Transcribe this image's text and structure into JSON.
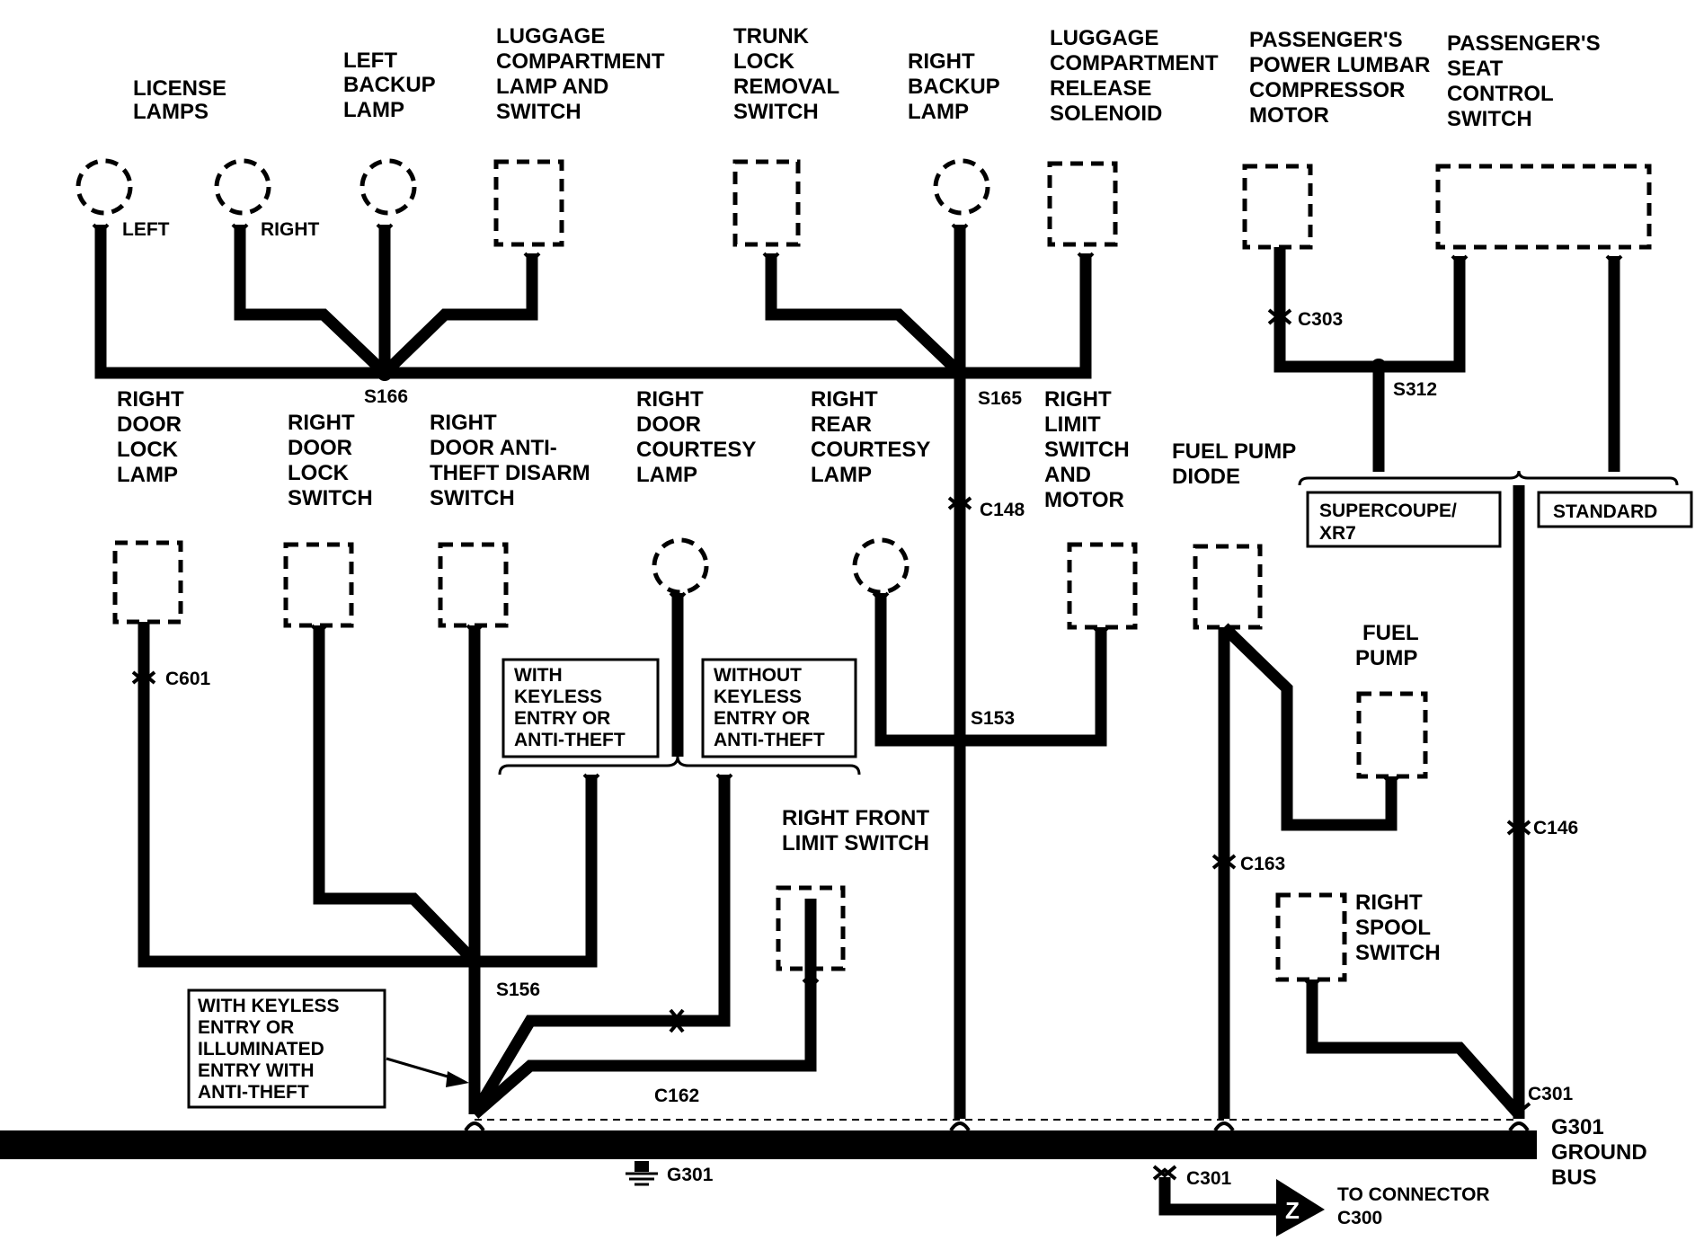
{
  "components": {
    "license_lamps": [
      "LICENSE",
      "LAMPS"
    ],
    "left_backup_lamp": [
      "LEFT",
      "BACKUP",
      "LAMP"
    ],
    "luggage_lamp_switch": [
      "LUGGAGE",
      "COMPARTMENT",
      "LAMP AND",
      "SWITCH"
    ],
    "trunk_lock_switch": [
      "TRUNK",
      "LOCK",
      "REMOVAL",
      "SWITCH"
    ],
    "right_backup_lamp": [
      "RIGHT",
      "BACKUP",
      "LAMP"
    ],
    "luggage_release_solenoid": [
      "LUGGAGE",
      "COMPARTMENT",
      "RELEASE",
      "SOLENOID"
    ],
    "lumbar_motor": [
      "PASSENGER'S",
      "POWER LUMBAR",
      "COMPRESSOR",
      "MOTOR"
    ],
    "seat_control_switch": [
      "PASSENGER'S",
      "SEAT",
      "CONTROL",
      "SWITCH"
    ],
    "right_door_lock_lamp": [
      "RIGHT",
      "DOOR",
      "LOCK",
      "LAMP"
    ],
    "right_door_lock_switch": [
      "RIGHT",
      "DOOR",
      "LOCK",
      "SWITCH"
    ],
    "anti_theft_switch": [
      "RIGHT",
      "DOOR ANTI-",
      "THEFT DISARM",
      "SWITCH"
    ],
    "door_courtesy_lamp": [
      "RIGHT",
      "DOOR",
      "COURTESY",
      "LAMP"
    ],
    "rear_courtesy_lamp": [
      "RIGHT",
      "REAR",
      "COURTESY",
      "LAMP"
    ],
    "limit_switch_motor": [
      "RIGHT",
      "LIMIT",
      "SWITCH",
      "AND",
      "MOTOR"
    ],
    "fuel_pump_diode": [
      "FUEL PUMP",
      "DIODE"
    ],
    "fuel_pump": [
      "FUEL",
      "PUMP"
    ],
    "front_limit_switch": [
      "RIGHT FRONT",
      "LIMIT SWITCH"
    ],
    "spool_switch": [
      "RIGHT",
      "SPOOL",
      "SWITCH"
    ],
    "ground_bus": [
      "G301",
      "GROUND",
      "BUS"
    ]
  },
  "lamp_sides": {
    "left": "LEFT",
    "right": "RIGHT"
  },
  "splices": {
    "s166": "S166",
    "s165": "S165",
    "s312": "S312",
    "s153": "S153",
    "s156": "S156"
  },
  "connectors": {
    "c303": "C303",
    "c148": "C148",
    "c601": "C601",
    "c162": "C162",
    "c163": "C163",
    "c146": "C146",
    "c301_top": "C301",
    "c301_bottom": "C301"
  },
  "ground": {
    "label": "G301"
  },
  "options": {
    "with_keyless": [
      "WITH",
      "KEYLESS",
      "ENTRY OR",
      "ANTI-THEFT"
    ],
    "without_keyless": [
      "WITHOUT",
      "KEYLESS",
      "ENTRY OR",
      "ANTI-THEFT"
    ],
    "supercoupe": [
      "SUPERCOUPE/",
      "XR7"
    ],
    "standard": "STANDARD",
    "illuminated_note": [
      "WITH KEYLESS",
      "ENTRY OR",
      "ILLUMINATED",
      "ENTRY WITH",
      "ANTI-THEFT"
    ]
  },
  "to_connector": {
    "letter": "Z",
    "text": [
      "TO CONNECTOR",
      "C300"
    ]
  }
}
